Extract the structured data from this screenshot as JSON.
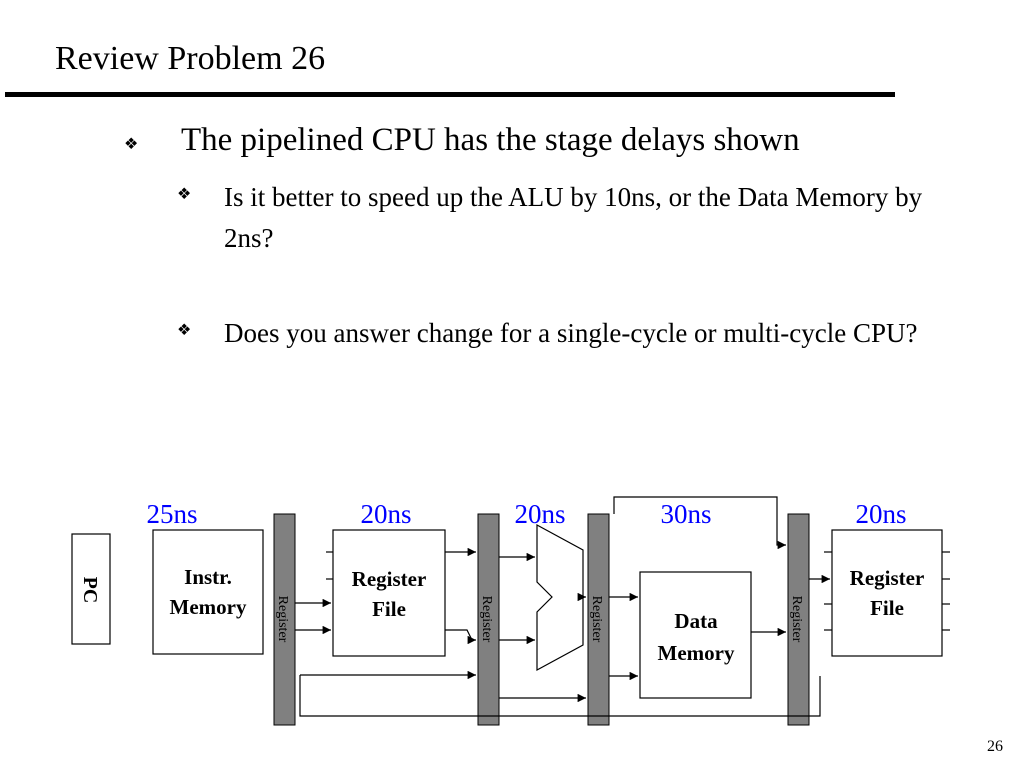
{
  "slide": {
    "title": "Review Problem 26",
    "page_number": "26"
  },
  "bullets": {
    "symbol": "❖",
    "main": "The pipelined CPU has the stage delays shown",
    "sub": [
      "Is it better to speed up the ALU by 10ns, or the Data Memory by 2ns?",
      "Does you answer change for a single-cycle or multi-cycle CPU?"
    ]
  },
  "diagram": {
    "delays": [
      "25ns",
      "20ns",
      "20ns",
      "30ns",
      "20ns"
    ],
    "delay_color": "#0000ff",
    "register_fill": "#808080",
    "pc_label": "PC",
    "instr_memory": [
      "Instr.",
      "Memory"
    ],
    "register_file": [
      "Register",
      "File"
    ],
    "data_memory": [
      "Data",
      "Memory"
    ],
    "register_file_wb": [
      "Register",
      "File"
    ],
    "pipeline_register_label": "Register"
  }
}
